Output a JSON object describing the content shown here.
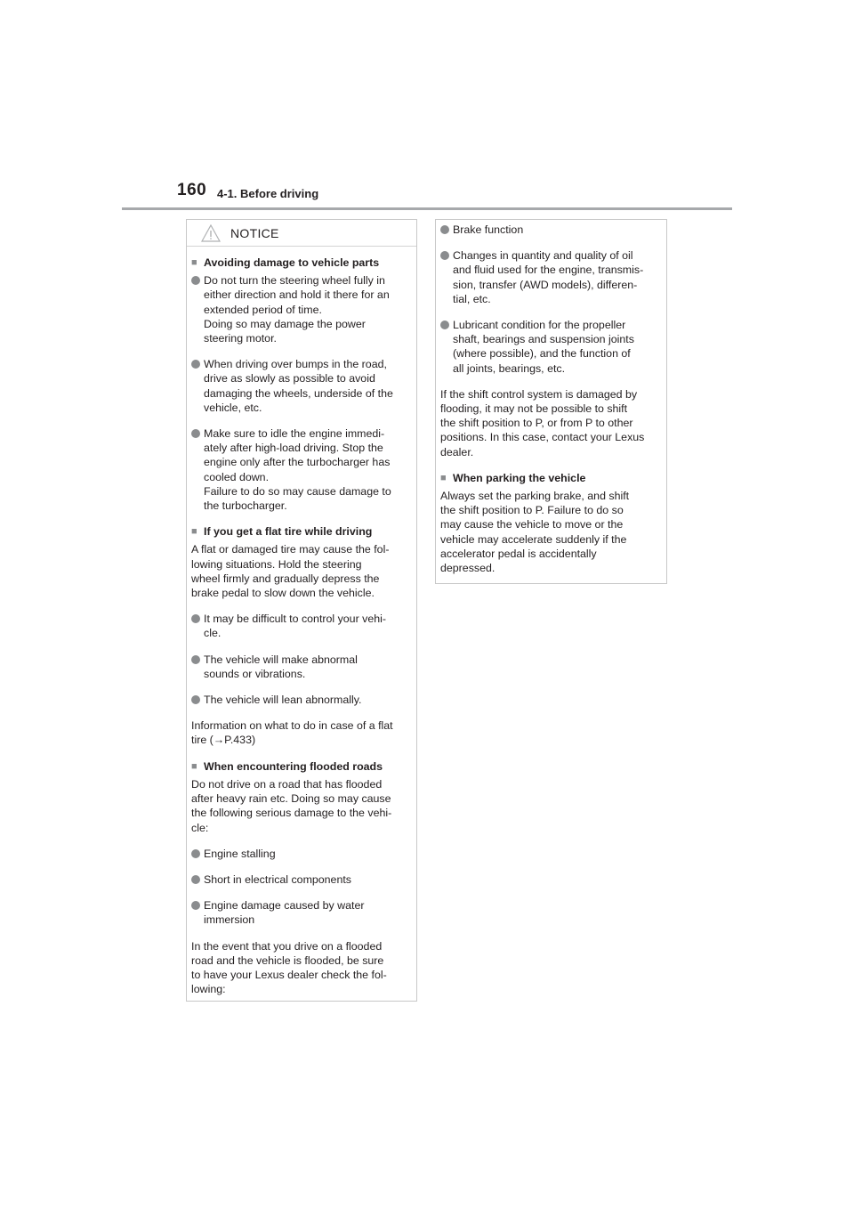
{
  "header": {
    "page_number": "160",
    "section": "4-1. Before driving"
  },
  "notice": {
    "title": "NOTICE",
    "icon": "warning-triangle-icon"
  },
  "left_column": {
    "h1": "Avoiding damage to vehicle parts",
    "b1": "Do not turn the steering wheel fully in\neither direction and hold it there for an\nextended period of time.\nDoing so may damage the power\nsteering motor.",
    "b2": "When driving over bumps in the road,\ndrive as slowly as possible to avoid\ndamaging the wheels, underside of the\nvehicle, etc.",
    "b3": "Make sure to idle the engine immedi-\nately after high-load driving. Stop the\nengine only after the turbocharger has\ncooled down.\nFailure to do so may cause damage to\nthe turbocharger.",
    "h2": "If you get a flat tire while driving",
    "p1": "A flat or damaged tire may cause the fol-\nlowing situations. Hold the steering\nwheel firmly and gradually depress the\nbrake pedal to slow down the vehicle.",
    "b4": "It may be difficult to control your vehi-\ncle.",
    "b5": "The vehicle will make abnormal\nsounds or vibrations.",
    "b6": "The vehicle will lean abnormally.",
    "p2": "Information on what to do in case of a flat\ntire (→P.433)",
    "h3": "When encountering flooded roads",
    "p3": "Do not drive on a road that has flooded\nafter heavy rain etc. Doing so may cause\nthe following serious damage to the vehi-\ncle:",
    "b7": "Engine stalling",
    "b8": "Short in electrical components",
    "b9": "Engine damage caused by water\nimmersion",
    "p4": "In the event that you drive on a flooded\nroad and the vehicle is flooded, be sure\nto have your Lexus dealer check the fol-\nlowing:"
  },
  "right_column": {
    "b1": "Brake function",
    "b2": "Changes in quantity and quality of oil\nand fluid used for the engine, transmis-\nsion, transfer (AWD models), differen-\ntial, etc.",
    "b3": "Lubricant condition for the propeller\nshaft, bearings and suspension joints\n(where possible), and the function of\nall joints, bearings, etc.",
    "p1": "If the shift control system is damaged by\nflooding, it may not be possible to shift\nthe shift position to P, or from P to other\npositions. In this case, contact your Lexus\ndealer.",
    "h1": "When parking the vehicle",
    "p2": "Always set the parking brake, and shift\nthe shift position to P. Failure to do so\nmay cause the vehicle to move or the\nvehicle may accelerate suddenly if the\naccelerator pedal is accidentally\ndepressed."
  },
  "colors": {
    "text": "#231f20",
    "rule": "#a7a9ac",
    "bullet": "#8a8c8e",
    "border": "#c8c8c8"
  }
}
